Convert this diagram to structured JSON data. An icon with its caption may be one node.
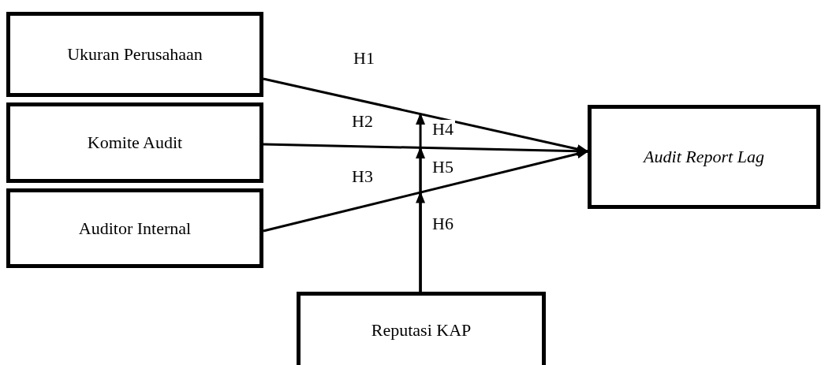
{
  "diagram": {
    "nodes": [
      {
        "text": [
          "Ukuran Perusahaan"
        ]
      },
      {
        "text": [
          "Komite Audit"
        ]
      },
      {
        "text": [
          "Auditor Internal"
        ]
      },
      {
        "text": [
          "Audit Report Lag"
        ]
      },
      {
        "text": [
          "Reputasi KAP"
        ]
      }
    ],
    "edges": [
      {
        "from": 0,
        "to": 3,
        "arrow": "to",
        "label": "H1"
      },
      {
        "from": 1,
        "to": 3,
        "arrow": "to",
        "label": "H2"
      },
      {
        "from": 2,
        "to": 3,
        "arrow": "to",
        "label": "H3"
      },
      {
        "from": 4,
        "to": null,
        "arrow": "to",
        "label": "H4"
      },
      {
        "from": 4,
        "to": null,
        "arrow": "to",
        "label": "H5"
      },
      {
        "from": 4,
        "to": null,
        "arrow": "to",
        "label": "H6"
      }
    ]
  }
}
